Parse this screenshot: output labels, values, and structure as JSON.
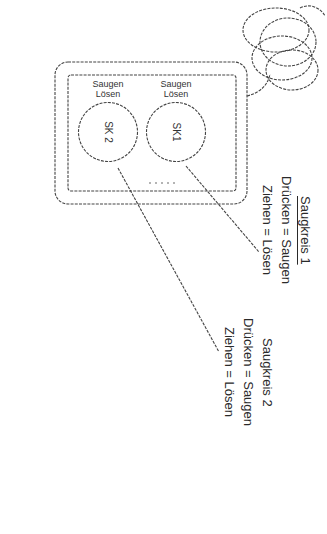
{
  "diagram": {
    "nodes": [
      {
        "text": [
          "Saugen Lösen",
          "SK 2"
        ]
      },
      {
        "text": [
          "Saugen Lösen",
          "SK1"
        ]
      }
    ],
    "labels": [
      "Saugkreis 1",
      "Drücken = Saugen",
      "Ziehen = Lösen",
      "Saugkreis 2",
      "Drücken = Saugen",
      "Ziehen = Lösen"
    ]
  }
}
